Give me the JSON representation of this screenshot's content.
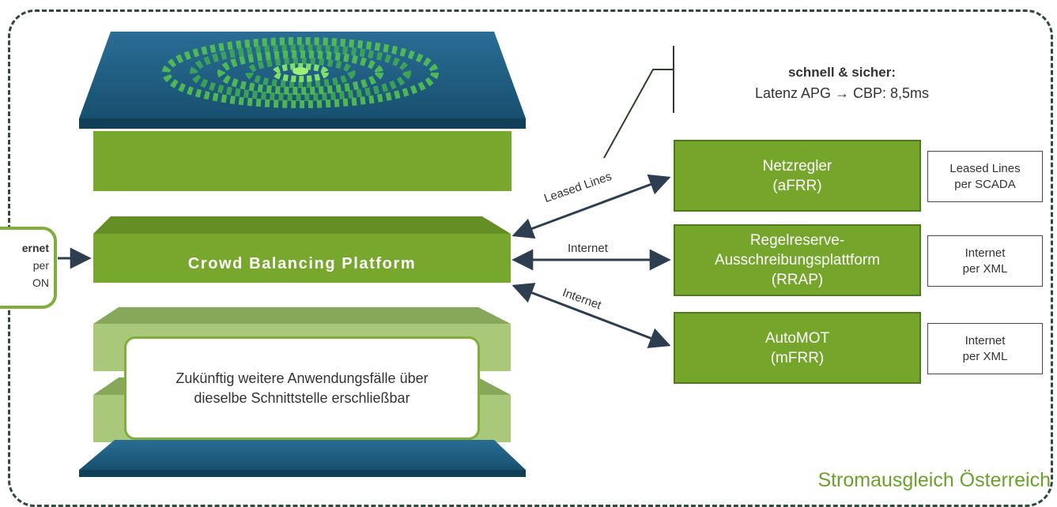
{
  "platform": {
    "label": "Crowd Balancing Platform"
  },
  "source": {
    "line1": "ernet",
    "line2": "per",
    "line3": "ON"
  },
  "future": {
    "line1": "Zukünftig weitere Anwendungsfälle über",
    "line2": "dieselbe Schnittstelle erschließbar"
  },
  "callout": {
    "title": "schnell & sicher:",
    "body": "Latenz APG → CBP: 8,5ms"
  },
  "targets": [
    {
      "name": "Netzregler",
      "sub": "(aFRR)",
      "protocol_line1": "Leased Lines",
      "protocol_line2": "per SCADA",
      "link_label": "Leased Lines"
    },
    {
      "name": "Regelreserve-",
      "name2": "Ausschreibungsplattform",
      "sub": "(RRAP)",
      "protocol_line1": "Internet",
      "protocol_line2": "per XML",
      "link_label": "Internet"
    },
    {
      "name": "AutoMOT",
      "sub": "(mFRR)",
      "protocol_line1": "Internet",
      "protocol_line2": "per XML",
      "link_label": "Internet"
    }
  ],
  "footer": "Stromausgleich Österreich",
  "colors": {
    "accent_green": "#75a62b",
    "light_green": "#a9c87a",
    "platform_blue": "#1d5c86",
    "frame": "#2f4a3c",
    "arrow": "#2c3e50",
    "title_green": "#6aa22a"
  }
}
